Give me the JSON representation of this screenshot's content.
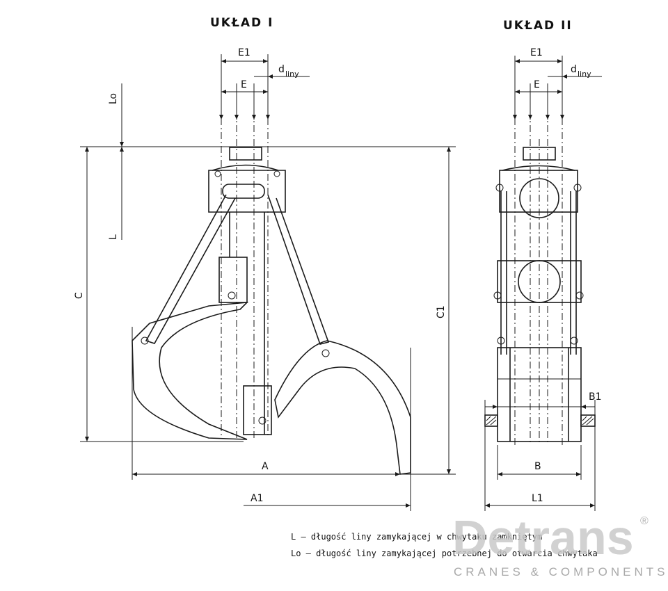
{
  "titles": {
    "layout_1": "UKŁAD I",
    "layout_2": "UKŁAD II"
  },
  "dims_1": {
    "e1": "E1",
    "e": "E",
    "d": "d",
    "d_sub": "liny",
    "lo": "Lo",
    "l": "L",
    "c": "C",
    "c1": "C1",
    "a": "A",
    "a1": "A1"
  },
  "dims_2": {
    "e1": "E1",
    "e": "E",
    "d": "d",
    "d_sub": "liny",
    "b1": "B1",
    "b": "B",
    "l1": "L1"
  },
  "legend": {
    "line1": "L – długość liny zamykającej w chwytaku zamkniętym",
    "line2": "Lo – długość liny zamykającej potrzebnej do otwarcia chwytaka"
  },
  "logo": {
    "brand": "Detrans",
    "registered": "®",
    "tagline": "CRANES & COMPONENTS"
  }
}
